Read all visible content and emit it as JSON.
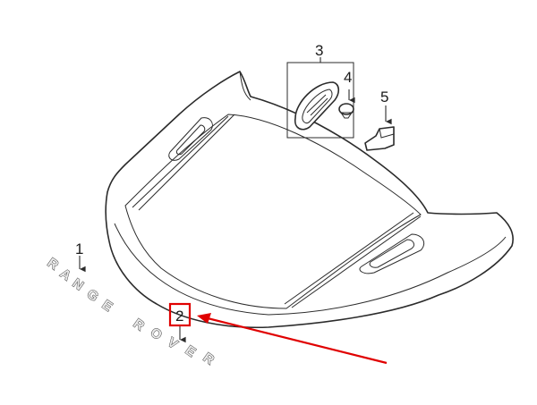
{
  "diagram": {
    "callouts": [
      {
        "id": "1",
        "text": "1"
      },
      {
        "id": "2",
        "text": "2"
      },
      {
        "id": "3",
        "text": "3"
      },
      {
        "id": "4",
        "text": "4"
      },
      {
        "id": "5",
        "text": "5"
      }
    ],
    "badge_letters": [
      "R",
      "A",
      "N",
      "G",
      "E",
      "R",
      "O",
      "V",
      "E",
      "R"
    ],
    "colors": {
      "line": "#2b2b2b",
      "highlight_box": "#e00000",
      "pointer_arrow": "#e00000",
      "background": "#ffffff"
    }
  }
}
